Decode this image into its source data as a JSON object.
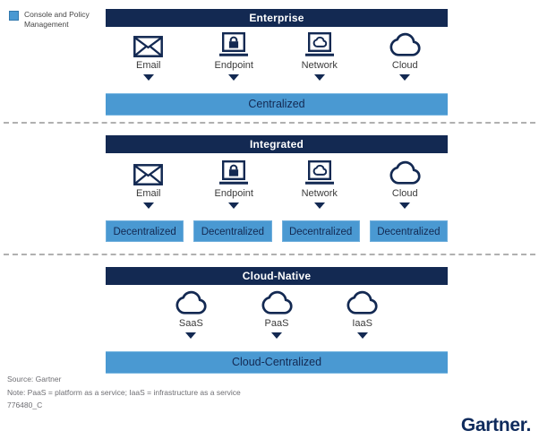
{
  "legend": {
    "label": "Console and Policy Management",
    "swatch_color": "#4A99D2"
  },
  "colors": {
    "navy": "#132952",
    "light_blue": "#4A99D2",
    "divider_gray": "#B0B0B0",
    "footer_gray": "#6E6E73"
  },
  "sections": [
    {
      "title": "Enterprise",
      "items": [
        {
          "icon": "email-icon",
          "label": "Email"
        },
        {
          "icon": "endpoint-icon",
          "label": "Endpoint"
        },
        {
          "icon": "network-icon",
          "label": "Network"
        },
        {
          "icon": "cloud-icon",
          "label": "Cloud"
        }
      ],
      "bar_label": "Centralized"
    },
    {
      "title": "Integrated",
      "items": [
        {
          "icon": "email-icon",
          "label": "Email",
          "bar_label": "Decentralized"
        },
        {
          "icon": "endpoint-icon",
          "label": "Endpoint",
          "bar_label": "Decentralized"
        },
        {
          "icon": "network-icon",
          "label": "Network",
          "bar_label": "Decentralized"
        },
        {
          "icon": "cloud-icon",
          "label": "Cloud",
          "bar_label": "Decentralized"
        }
      ]
    },
    {
      "title": "Cloud-Native",
      "items": [
        {
          "icon": "cloud-icon",
          "label": "SaaS"
        },
        {
          "icon": "cloud-icon",
          "label": "PaaS"
        },
        {
          "icon": "cloud-icon",
          "label": "IaaS"
        }
      ],
      "bar_label": "Cloud-Centralized"
    }
  ],
  "footer": {
    "source": "Source: Gartner",
    "note": "Note: PaaS = platform as a service; IaaS = infrastructure as a service",
    "code": "776480_C"
  },
  "logo": "Gartner."
}
